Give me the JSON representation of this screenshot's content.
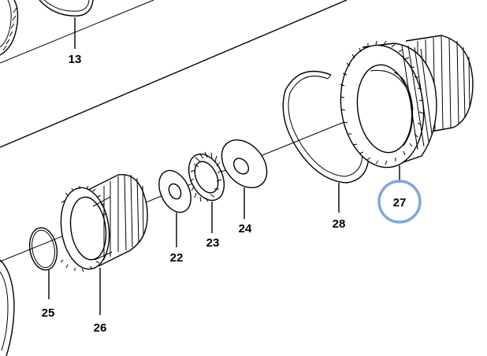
{
  "diagram": {
    "callouts": [
      {
        "id": "c13",
        "text": "13"
      },
      {
        "id": "c22",
        "text": "22"
      },
      {
        "id": "c23",
        "text": "23"
      },
      {
        "id": "c24",
        "text": "24"
      },
      {
        "id": "c25",
        "text": "25"
      },
      {
        "id": "c26",
        "text": "26"
      },
      {
        "id": "c27",
        "text": "27",
        "highlighted": true
      },
      {
        "id": "c28",
        "text": "28"
      }
    ],
    "highlight_color": "#7ea8d8",
    "line_color": "#000000",
    "background_color": "#ffffff"
  }
}
